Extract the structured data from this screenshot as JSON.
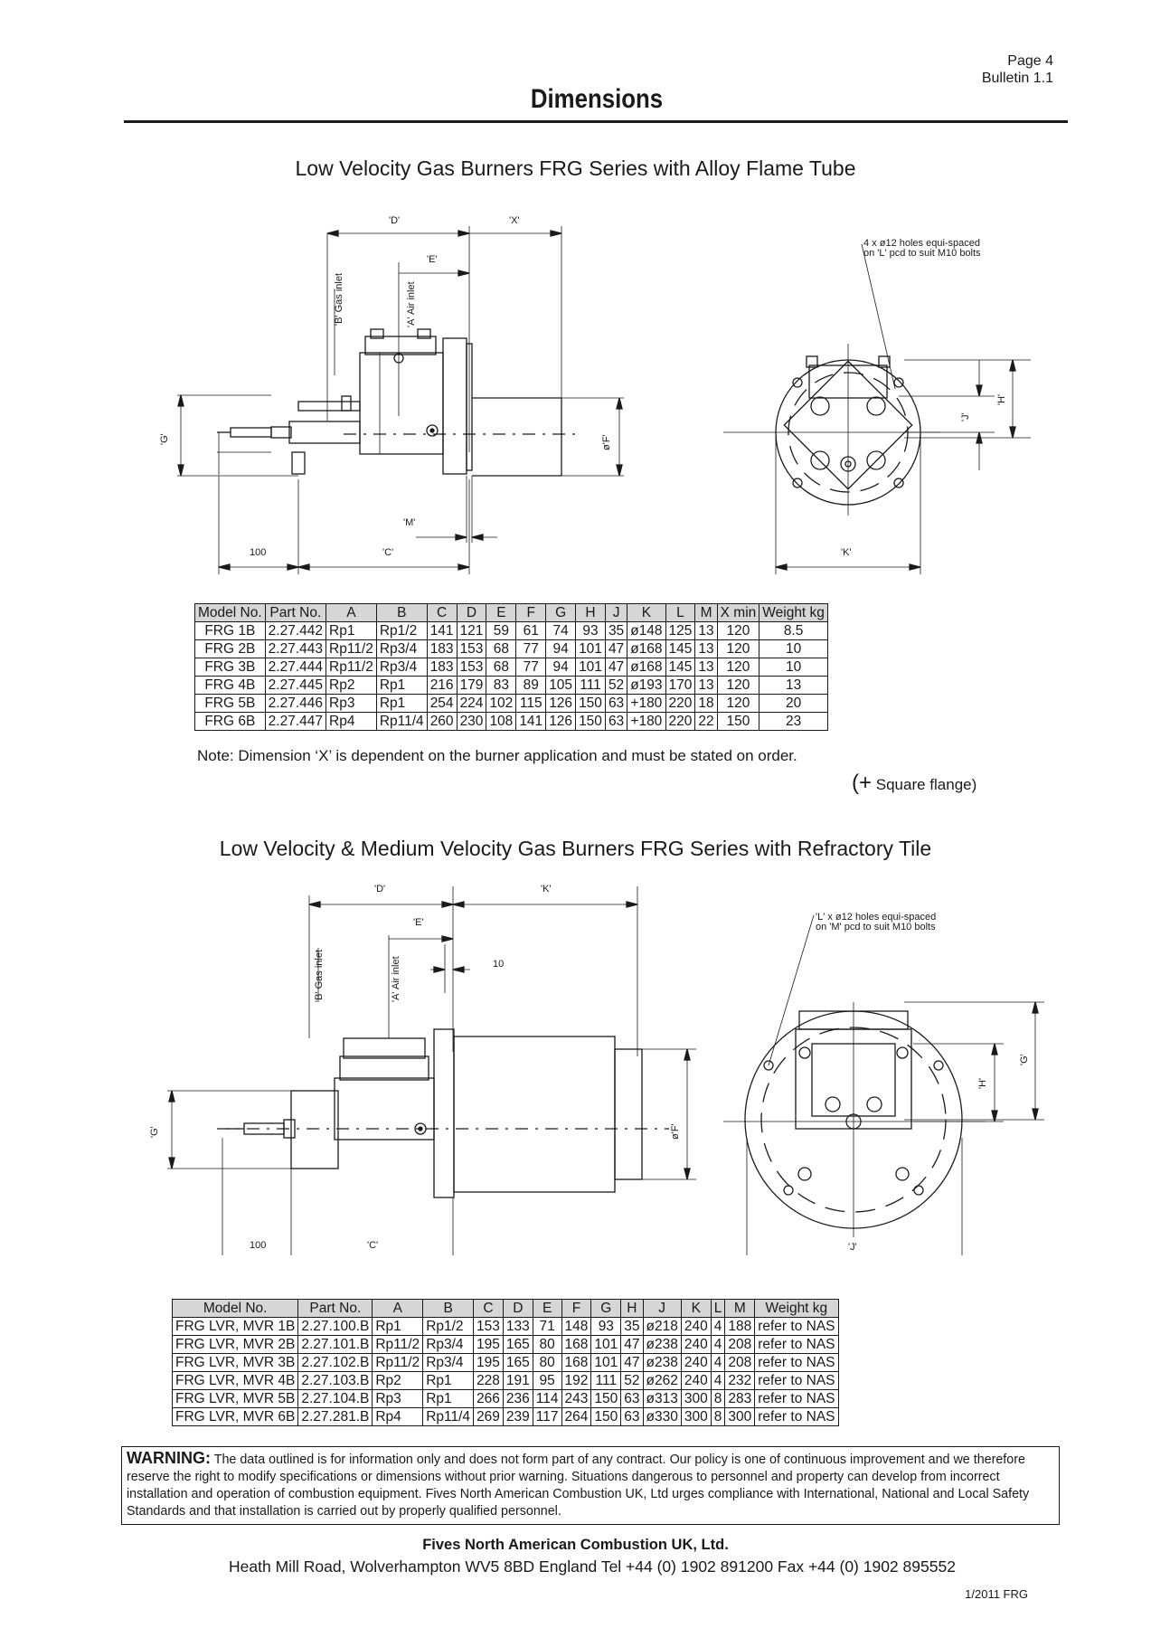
{
  "header": {
    "page": "Page 4",
    "bulletin": "Bulletin 1.1",
    "title": "Dimensions"
  },
  "section1": {
    "title": "Low Velocity Gas Burners FRG Series with Alloy Flame Tube",
    "drawing_labels": {
      "d": "'D'",
      "x": "'X'",
      "e": "'E'",
      "b_gas": "'B' Gas inlet",
      "a_air": "'A' Air inlet",
      "g": "'G'",
      "f": "ø'F'",
      "m": "'M'",
      "c": "'C'",
      "dim100": "100",
      "k": "'K'",
      "h": "'H'",
      "j": "'J'",
      "holes_line1": "4 x ø12 holes equi-spaced",
      "holes_line2": "on 'L' pcd to suit M10 bolts"
    },
    "table": {
      "headers": [
        "Model No.",
        "Part No.",
        "A",
        "B",
        "C",
        "D",
        "E",
        "F",
        "G",
        "H",
        "J",
        "K",
        "L",
        "M",
        "X min",
        "Weight kg"
      ],
      "rows": [
        [
          "FRG 1B",
          "2.27.442",
          "Rp1",
          "Rp1/2",
          "141",
          "121",
          "59",
          "61",
          "74",
          "93",
          "35",
          "ø148",
          "125",
          "13",
          "120",
          "8.5"
        ],
        [
          "FRG 2B",
          "2.27.443",
          "Rp11/2",
          "Rp3/4",
          "183",
          "153",
          "68",
          "77",
          "94",
          "101",
          "47",
          "ø168",
          "145",
          "13",
          "120",
          "10"
        ],
        [
          "FRG 3B",
          "2.27.444",
          "Rp11/2",
          "Rp3/4",
          "183",
          "153",
          "68",
          "77",
          "94",
          "101",
          "47",
          "ø168",
          "145",
          "13",
          "120",
          "10"
        ],
        [
          "FRG 4B",
          "2.27.445",
          "Rp2",
          "Rp1",
          "216",
          "179",
          "83",
          "89",
          "105",
          "111",
          "52",
          "ø193",
          "170",
          "13",
          "120",
          "13"
        ],
        [
          "FRG 5B",
          "2.27.446",
          "Rp3",
          "Rp1",
          "254",
          "224",
          "102",
          "115",
          "126",
          "150",
          "63",
          "+180",
          "220",
          "18",
          "120",
          "20"
        ],
        [
          "FRG 6B",
          "2.27.447",
          "Rp4",
          "Rp11/4",
          "260",
          "230",
          "108",
          "141",
          "126",
          "150",
          "63",
          "+180",
          "220",
          "22",
          "150",
          "23"
        ]
      ]
    },
    "note": "Note: Dimension ‘X’ is dependent on the burner application and must be stated on order.",
    "flange_note_symbol": "(+",
    "flange_note": "Square flange)"
  },
  "section2": {
    "title": "Low Velocity & Medium Velocity Gas Burners FRG Series with Refractory Tile",
    "drawing_labels": {
      "d": "'D'",
      "k": "'K'",
      "e": "'E'",
      "dim10": "10",
      "b_gas": "'B' Gas inlet",
      "a_air": "'A' Air inlet",
      "g_left": "'G'",
      "f": "ø'F'",
      "dim100": "100",
      "c": "'C'",
      "j": "'J'",
      "h": "'H'",
      "g_right": "'G'",
      "holes_line1": "'L' x ø12 holes equi-spaced",
      "holes_line2": "on 'M' pcd to suit M10 bolts"
    },
    "table": {
      "headers": [
        "Model No.",
        "Part No.",
        "A",
        "B",
        "C",
        "D",
        "E",
        "F",
        "G",
        "H",
        "J",
        "K",
        "L",
        "M",
        "Weight kg"
      ],
      "rows": [
        [
          "FRG LVR, MVR 1B",
          "2.27.100.B",
          "Rp1",
          "Rp1/2",
          "153",
          "133",
          "71",
          "148",
          "93",
          "35",
          "ø218",
          "240",
          "4",
          "188",
          "refer to NAS"
        ],
        [
          "FRG LVR, MVR 2B",
          "2.27.101.B",
          "Rp11/2",
          "Rp3/4",
          "195",
          "165",
          "80",
          "168",
          "101",
          "47",
          "ø238",
          "240",
          "4",
          "208",
          "refer to NAS"
        ],
        [
          "FRG LVR, MVR 3B",
          "2.27.102.B",
          "Rp11/2",
          "Rp3/4",
          "195",
          "165",
          "80",
          "168",
          "101",
          "47",
          "ø238",
          "240",
          "4",
          "208",
          "refer to NAS"
        ],
        [
          "FRG LVR, MVR 4B",
          "2.27.103.B",
          "Rp2",
          "Rp1",
          "228",
          "191",
          "95",
          "192",
          "111",
          "52",
          "ø262",
          "240",
          "4",
          "232",
          "refer to NAS"
        ],
        [
          "FRG LVR, MVR 5B",
          "2.27.104.B",
          "Rp3",
          "Rp1",
          "266",
          "236",
          "114",
          "243",
          "150",
          "63",
          "ø313",
          "300",
          "8",
          "283",
          "refer to NAS"
        ],
        [
          "FRG LVR, MVR 6B",
          "2.27.281.B",
          "Rp4",
          "Rp11/4",
          "269",
          "239",
          "117",
          "264",
          "150",
          "63",
          "ø330",
          "300",
          "8",
          "300",
          "refer to NAS"
        ]
      ]
    }
  },
  "warning": {
    "label": "WARNING:",
    "text": "The data outlined is for information only and does not form part of any contract. Our policy is one of continuous improvement and we therefore reserve the right to modify specifications or dimensions without prior warning. Situations dangerous to personnel and property can develop from incorrect installation and operation of combustion equipment. Fives North American Combustion UK, Ltd urges compliance with International, National and Local Safety Standards and that installation is carried out by properly qualified personnel."
  },
  "footer": {
    "company": "Fives North American Combustion UK, Ltd.",
    "address": "Heath Mill Road, Wolverhampton WV5 8BD England   Tel +44 (0) 1902 891200   Fax +44 (0) 1902 895552",
    "code": "1/2011 FRG"
  }
}
